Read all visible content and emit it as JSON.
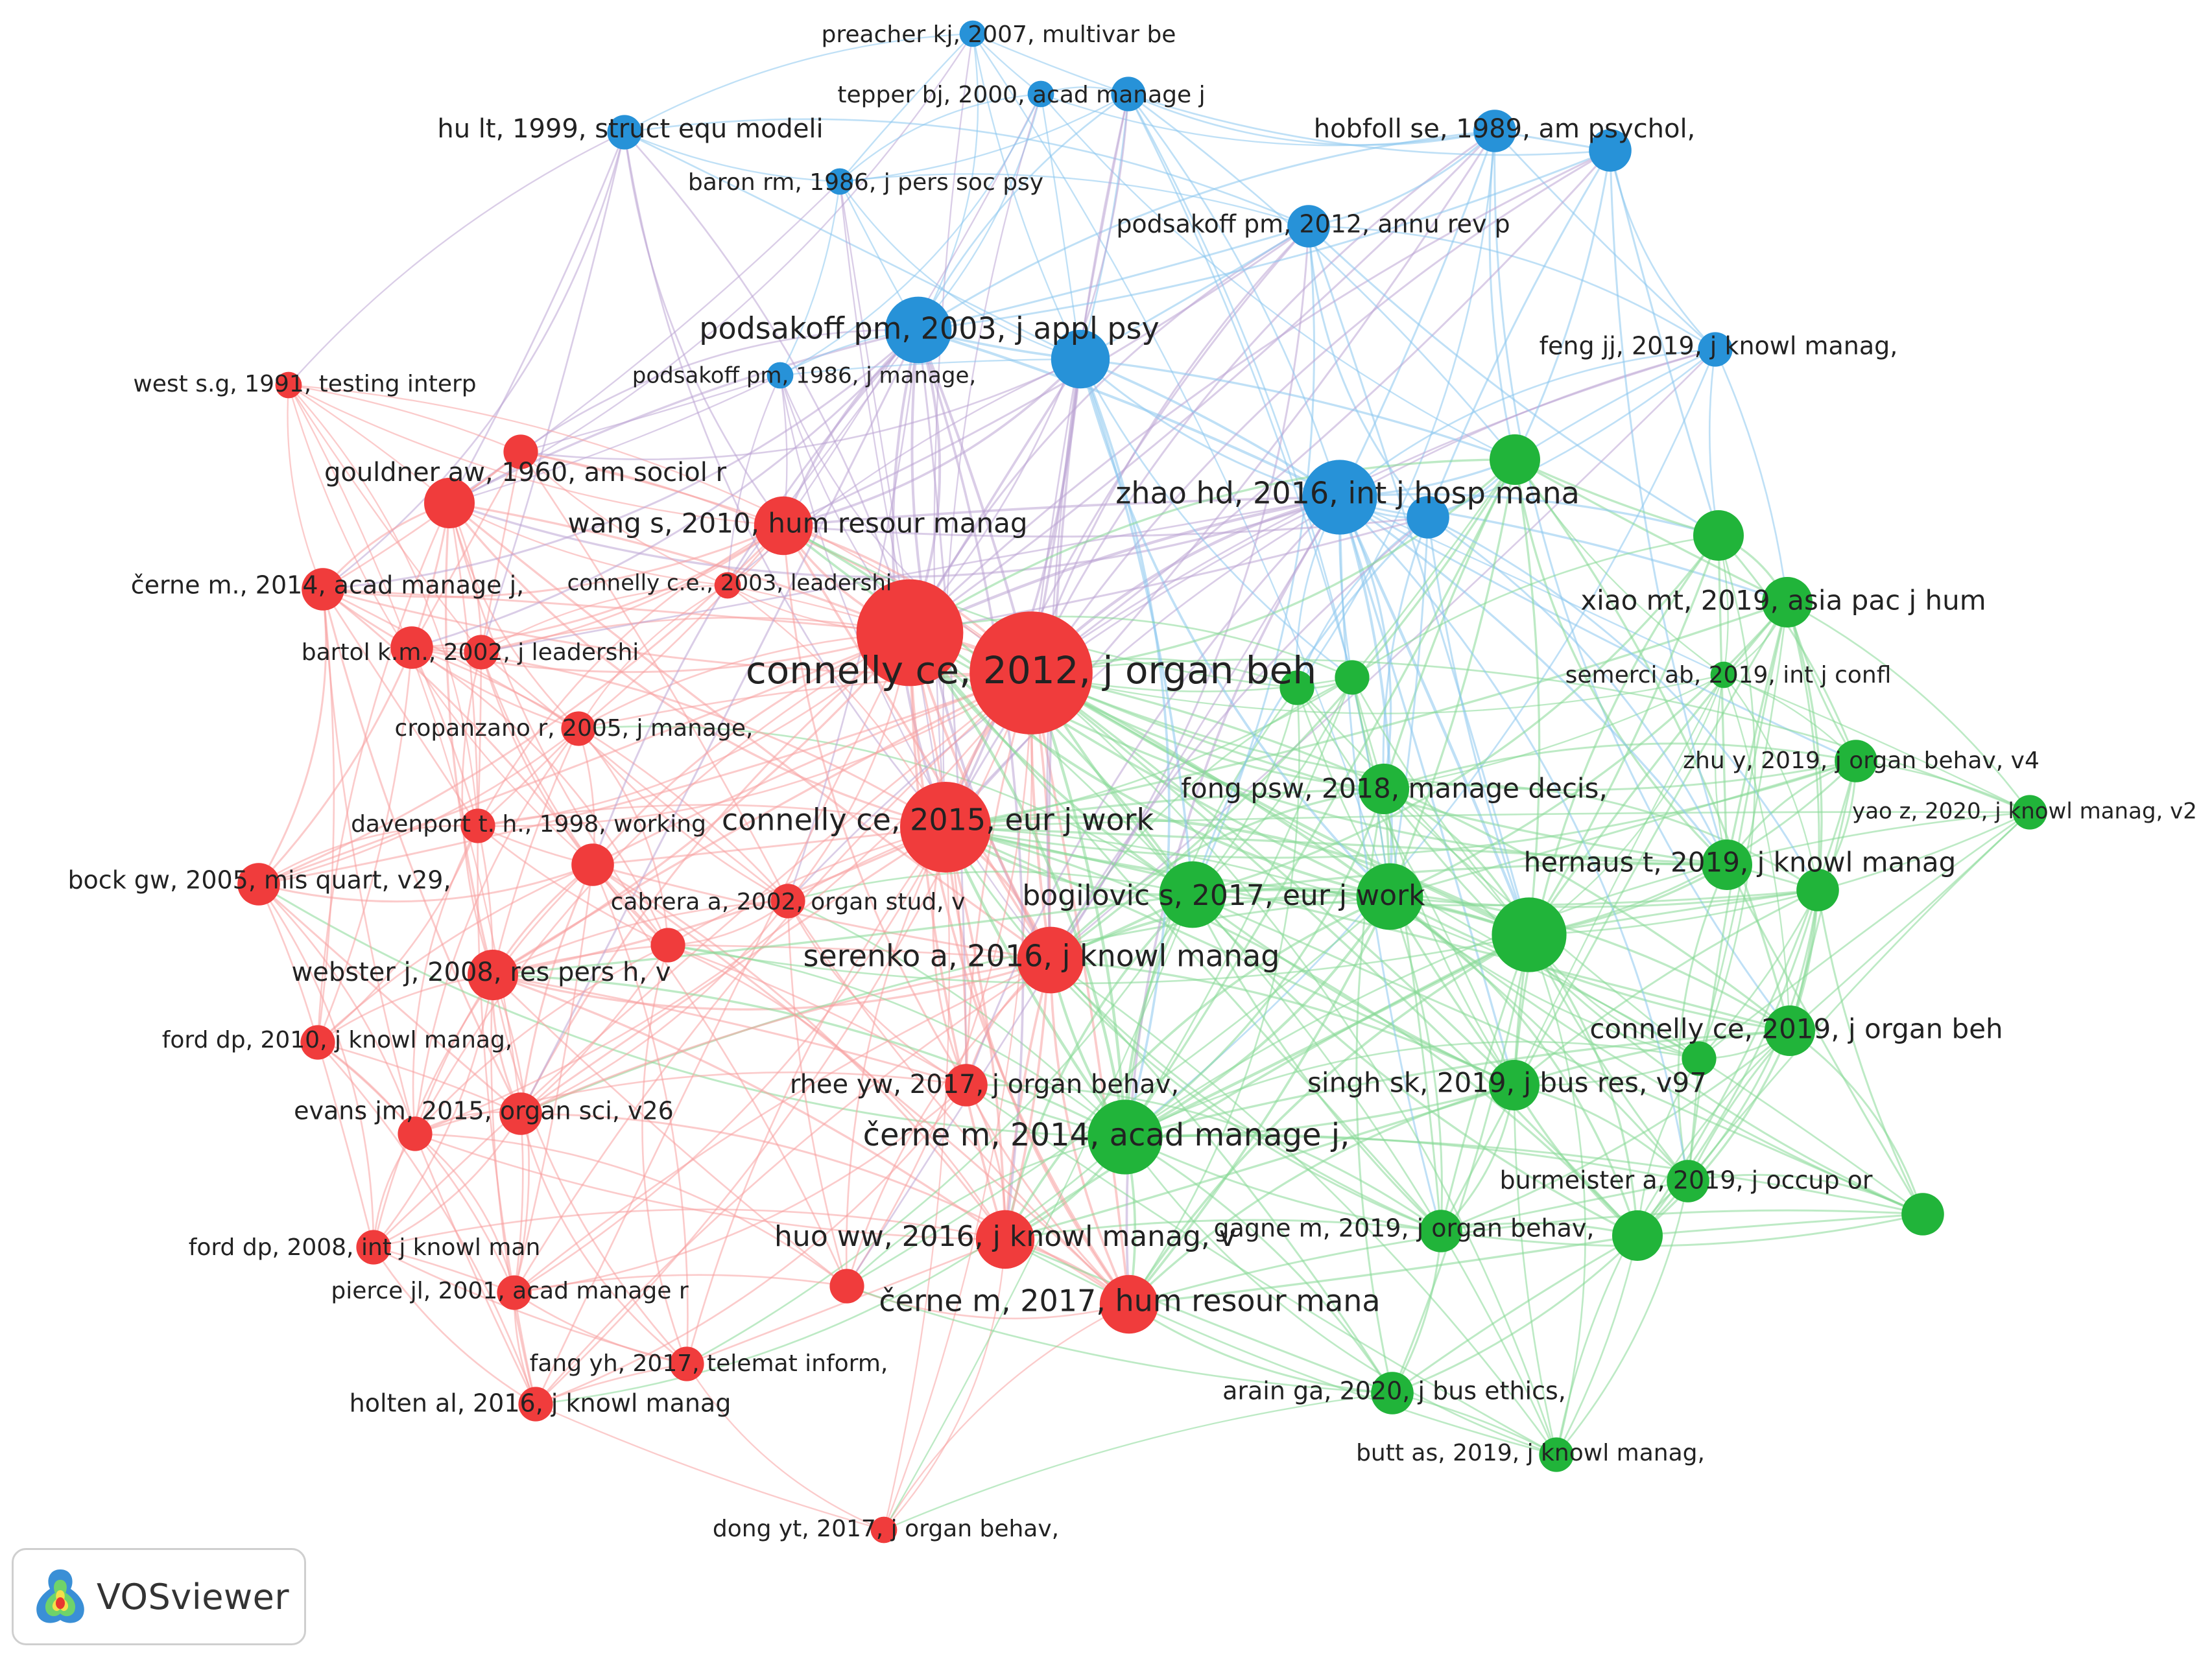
{
  "colors": {
    "red": "#f03c3c",
    "green": "#21b43a",
    "blue": "#2792d8",
    "edge_red": "#f7a0a0",
    "edge_green": "#86d996",
    "edge_blue": "#8ac6ee",
    "edge_purple": "#bca4d4"
  },
  "clusters": [
    "red",
    "green",
    "blue"
  ],
  "nodes": [
    {
      "id": "n1",
      "label": "preacher kj, 2007, multivar be",
      "cluster": "blue",
      "weight": 2
    },
    {
      "id": "n2",
      "label": "tepper bj, 2000, acad manage j",
      "cluster": "blue",
      "weight": 2
    },
    {
      "id": "n3",
      "label": "hu lt, 1999, struct equ modeli",
      "cluster": "blue",
      "weight": 3
    },
    {
      "id": "n4",
      "label": "hobfoll se, 1989, am psychol,",
      "cluster": "blue",
      "weight": 4
    },
    {
      "id": "n5",
      "label": "baron rm, 1986, j pers soc psy",
      "cluster": "blue",
      "weight": 2
    },
    {
      "id": "n6",
      "label": "podsakoff pm, 2012, annu rev p",
      "cluster": "blue",
      "weight": 4
    },
    {
      "id": "n7",
      "label": "podsakoff pm, 2003, j appl psy",
      "cluster": "blue",
      "weight": 7
    },
    {
      "id": "n8",
      "label": "feng jj, 2019, j knowl manag,",
      "cluster": "blue",
      "weight": 3
    },
    {
      "id": "n9",
      "label": "podsakoff pm, 1986, j manage,",
      "cluster": "blue",
      "weight": 2
    },
    {
      "id": "n10",
      "label": "zhao hd, 2016, int j hosp mana",
      "cluster": "blue",
      "weight": 8
    },
    {
      "id": "n11",
      "label": "west s.g, 1991, testing interp",
      "cluster": "red",
      "weight": 2
    },
    {
      "id": "n12",
      "label": "gouldner aw, 1960, am sociol r",
      "cluster": "red",
      "weight": 5
    },
    {
      "id": "n13",
      "label": "wang s, 2010, hum resour manag",
      "cluster": "red",
      "weight": 6
    },
    {
      "id": "n14",
      "label": "černe m., 2014, acad manage j,",
      "cluster": "red",
      "weight": 4
    },
    {
      "id": "n15",
      "label": "connelly c.e., 2003, leadershi",
      "cluster": "red",
      "weight": 2
    },
    {
      "id": "n16",
      "label": "bartol k.m., 2002, j leadershi",
      "cluster": "red",
      "weight": 3
    },
    {
      "id": "n17",
      "label": "connelly ce, 2012, j organ beh",
      "cluster": "red",
      "weight": 14
    },
    {
      "id": "n18",
      "label": "cropanzano r, 2005, j manage,",
      "cluster": "red",
      "weight": 3
    },
    {
      "id": "n19",
      "label": "davenport t. h., 1998, working",
      "cluster": "red",
      "weight": 3
    },
    {
      "id": "n20",
      "label": "connelly ce, 2015, eur j work",
      "cluster": "red",
      "weight": 10
    },
    {
      "id": "n21",
      "label": "bock gw, 2005, mis quart, v29,",
      "cluster": "red",
      "weight": 4
    },
    {
      "id": "n22",
      "label": "cabrera a, 2002, organ stud, v",
      "cluster": "red",
      "weight": 3
    },
    {
      "id": "n23",
      "label": "webster j, 2008, res pers h, v",
      "cluster": "red",
      "weight": 5
    },
    {
      "id": "n24",
      "label": "serenko a, 2016, j knowl manag",
      "cluster": "red",
      "weight": 7
    },
    {
      "id": "n25",
      "label": "ford dp, 2010, j knowl manag,",
      "cluster": "red",
      "weight": 3
    },
    {
      "id": "n26",
      "label": "rhee yw, 2017, j organ behav,",
      "cluster": "red",
      "weight": 4
    },
    {
      "id": "n27",
      "label": "evans jm, 2015, organ sci, v26",
      "cluster": "red",
      "weight": 4
    },
    {
      "id": "n28",
      "label": "černe m, 2014, acad manage j,",
      "cluster": "green",
      "weight": 8
    },
    {
      "id": "n29",
      "label": "huo ww, 2016, j knowl manag, v",
      "cluster": "red",
      "weight": 6
    },
    {
      "id": "n30",
      "label": "ford dp, 2008, int j knowl man",
      "cluster": "red",
      "weight": 3
    },
    {
      "id": "n31",
      "label": "pierce jl, 2001, acad manage r",
      "cluster": "red",
      "weight": 3
    },
    {
      "id": "n32",
      "label": "černe m, 2017, hum resour mana",
      "cluster": "red",
      "weight": 6
    },
    {
      "id": "n33",
      "label": "fang yh, 2017, telemat inform,",
      "cluster": "red",
      "weight": 3
    },
    {
      "id": "n34",
      "label": "holten al, 2016, j knowl manag",
      "cluster": "red",
      "weight": 3
    },
    {
      "id": "n35",
      "label": "dong yt, 2017, j organ behav,",
      "cluster": "red",
      "weight": 2
    },
    {
      "id": "n36",
      "label": "xiao mt, 2019, asia pac j hum",
      "cluster": "green",
      "weight": 5
    },
    {
      "id": "n37",
      "label": "semerci ab, 2019, int j confl",
      "cluster": "green",
      "weight": 2
    },
    {
      "id": "n38",
      "label": "zhu y, 2019, j organ behav, v4",
      "cluster": "green",
      "weight": 4
    },
    {
      "id": "n39",
      "label": "yao z, 2020, j knowl manag, v2",
      "cluster": "green",
      "weight": 3
    },
    {
      "id": "n40",
      "label": "fong psw, 2018, manage decis,",
      "cluster": "green",
      "weight": 5
    },
    {
      "id": "n41",
      "label": "hernaus t, 2019, j knowl manag",
      "cluster": "green",
      "weight": 5
    },
    {
      "id": "n42",
      "label": "bogilovic s, 2017, eur j work",
      "cluster": "green",
      "weight": 7
    },
    {
      "id": "n43",
      "label": "connelly ce, 2019, j organ beh",
      "cluster": "green",
      "weight": 5
    },
    {
      "id": "n44",
      "label": "singh sk, 2019, j bus res, v97",
      "cluster": "green",
      "weight": 5
    },
    {
      "id": "n45",
      "label": "burmeister a, 2019, j occup or",
      "cluster": "green",
      "weight": 4
    },
    {
      "id": "n46",
      "label": "gagne m, 2019, j organ behav,",
      "cluster": "green",
      "weight": 4
    },
    {
      "id": "n47",
      "label": "arain ga, 2020, j bus ethics,",
      "cluster": "green",
      "weight": 4
    },
    {
      "id": "n48",
      "label": "butt as, 2019, j knowl manag,",
      "cluster": "green",
      "weight": 3
    },
    {
      "id": "n49",
      "label": "",
      "cluster": "blue",
      "weight": 3
    },
    {
      "id": "n50",
      "label": "",
      "cluster": "blue",
      "weight": 4
    },
    {
      "id": "n51",
      "label": "",
      "cluster": "blue",
      "weight": 6
    },
    {
      "id": "n52",
      "label": "",
      "cluster": "blue",
      "weight": 4
    },
    {
      "id": "n53",
      "label": "",
      "cluster": "red",
      "weight": 12
    },
    {
      "id": "n54",
      "label": "",
      "cluster": "red",
      "weight": 3
    },
    {
      "id": "n55",
      "label": "",
      "cluster": "red",
      "weight": 4
    },
    {
      "id": "n56",
      "label": "",
      "cluster": "red",
      "weight": 4
    },
    {
      "id": "n57",
      "label": "",
      "cluster": "red",
      "weight": 3
    },
    {
      "id": "n58",
      "label": "",
      "cluster": "red",
      "weight": 3
    },
    {
      "id": "n59",
      "label": "",
      "cluster": "red",
      "weight": 3
    },
    {
      "id": "n60",
      "label": "",
      "cluster": "green",
      "weight": 5
    },
    {
      "id": "n61",
      "label": "",
      "cluster": "green",
      "weight": 5
    },
    {
      "id": "n62",
      "label": "",
      "cluster": "green",
      "weight": 3
    },
    {
      "id": "n63",
      "label": "",
      "cluster": "green",
      "weight": 8
    },
    {
      "id": "n64",
      "label": "",
      "cluster": "green",
      "weight": 7
    },
    {
      "id": "n65",
      "label": "",
      "cluster": "green",
      "weight": 4
    },
    {
      "id": "n66",
      "label": "",
      "cluster": "green",
      "weight": 3
    },
    {
      "id": "n67",
      "label": "",
      "cluster": "green",
      "weight": 5
    },
    {
      "id": "n68",
      "label": "",
      "cluster": "green",
      "weight": 4
    },
    {
      "id": "n69",
      "label": "",
      "cluster": "green",
      "weight": 3
    }
  ],
  "brand": {
    "name": "VOSviewer",
    "icon": "vosviewer-heatmap-logo"
  }
}
